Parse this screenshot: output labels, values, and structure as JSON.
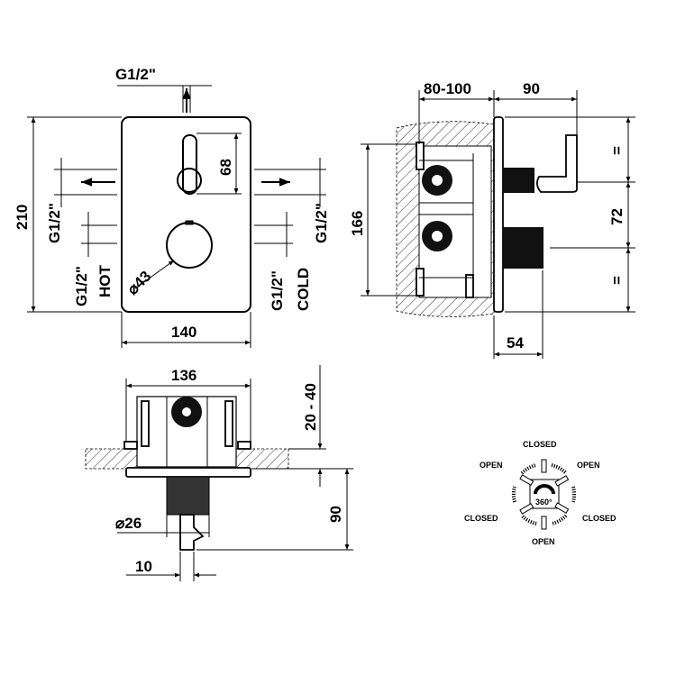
{
  "front_view": {
    "top_connection": "G1/2\"",
    "height": "210",
    "lever_height": "68",
    "knob_diameter": "⌀43",
    "width": "140",
    "left_outlet": "G1/2\"",
    "right_outlet": "G1/2\"",
    "hot_inlet_size": "G1/2\"",
    "hot_label": "HOT",
    "cold_inlet_size": "G1/2\"",
    "cold_label": "COLD"
  },
  "side_view": {
    "wall_depth": "80-100",
    "projection": "90",
    "box_height": "166",
    "equal_top": "=",
    "spacing": "72",
    "equal_bottom": "=",
    "knob_depth": "54"
  },
  "top_view": {
    "width": "136",
    "wall_range": "20 - 40",
    "projection": "90",
    "stem_diameter": "⌀26",
    "lever_width": "10"
  },
  "dial": {
    "center_label": "360°",
    "labels": {
      "top": "CLOSED",
      "top_left": "OPEN",
      "top_right": "OPEN",
      "bottom_left": "CLOSED",
      "bottom_right": "CLOSED",
      "bottom": "OPEN"
    }
  }
}
